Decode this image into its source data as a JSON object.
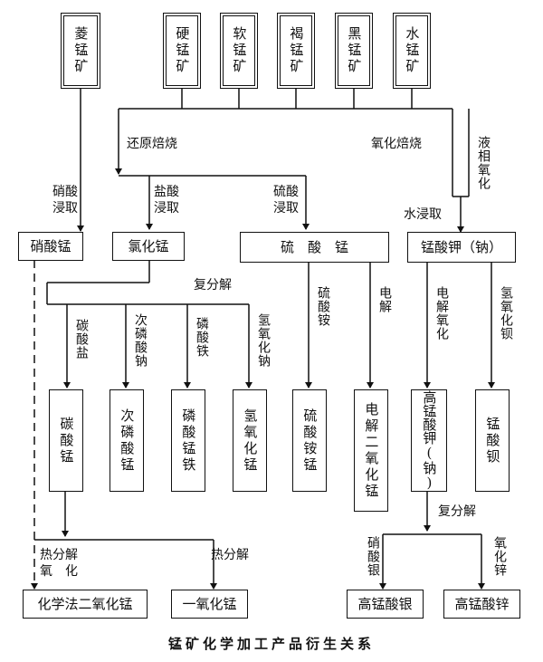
{
  "ores": [
    "菱锰矿",
    "硬锰矿",
    "软锰矿",
    "褐锰矿",
    "黑锰矿",
    "水锰矿"
  ],
  "processes": {
    "reduction_roast": "还原焙烧",
    "oxidation_roast": "氧化焙烧",
    "liquid_oxidation": "液相氧化",
    "nitric_leach": "硝酸\n浸取",
    "hcl_leach": "盐酸\n浸取",
    "sulfuric_leach": "硫酸\n浸取",
    "water_leach": "水浸取",
    "double_decomp_1": "复分解",
    "carbonate": "碳酸盐",
    "hypophosphite_na": "次磷酸钠",
    "iron_phosphate": "磷酸铁",
    "naoh": "氢氧化钠",
    "ammonium_sulfate": "硫酸铵",
    "electrolysis": "电解",
    "electro_oxidation": "电解氧化",
    "barium_hydroxide": "氢氧化钡",
    "double_decomp_2": "复分解",
    "thermal_decomp_oxid": "热分解\n氧　化",
    "thermal_decomp": "热分解",
    "silver_nitrate": "硝酸银",
    "zinc_oxide": "氧化锌"
  },
  "products": {
    "mn_nitrate": "硝酸锰",
    "mn_chloride": "氯化锰",
    "mn_sulfate": "硫　酸　锰",
    "k_permanganate": "锰酸钾（钠）",
    "mn_carbonate": "碳酸锰",
    "mn_hypophosphite": "次磷酸锰",
    "mn_fe_phosphate": "磷酸锰铁",
    "mn_hydroxide": "氢氧化锰",
    "mn_ammonium_sulfate": "硫酸铵锰",
    "electrolytic_mno2": "电解二氧化锰",
    "k_permanganate_high": "高锰酸钾(钠)",
    "ba_manganate": "锰酸钡",
    "chemical_mno2": "化学法二氧化锰",
    "mno": "一氧化锰",
    "ag_permanganate": "高锰酸银",
    "zn_permanganate": "高锰酸锌"
  },
  "caption": "锰矿化学加工产品衍生关系"
}
